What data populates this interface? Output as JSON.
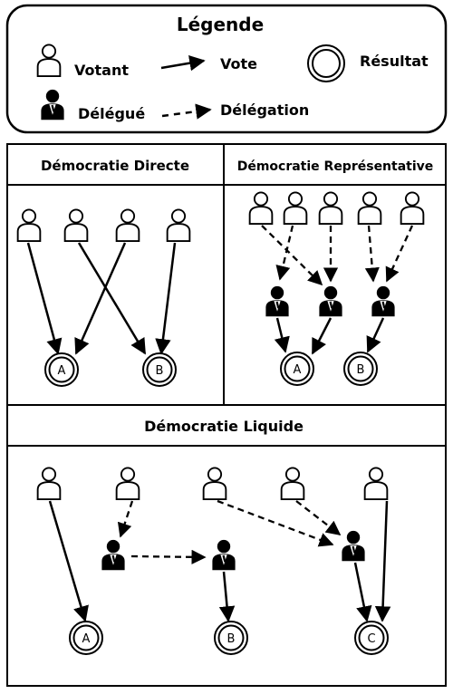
{
  "legend": {
    "title": "Légende",
    "voter": "Votant",
    "vote": "Vote",
    "result": "Résultat",
    "delegate": "Délégué",
    "delegation": "Délégation"
  },
  "panels": {
    "direct": {
      "title": "Démocratie Directe",
      "results": [
        "A",
        "B"
      ]
    },
    "representative": {
      "title": "Démocratie Représentative",
      "results": [
        "A",
        "B"
      ]
    },
    "liquid": {
      "title": "Démocratie Liquide",
      "results": [
        "A",
        "B",
        "C"
      ]
    }
  }
}
